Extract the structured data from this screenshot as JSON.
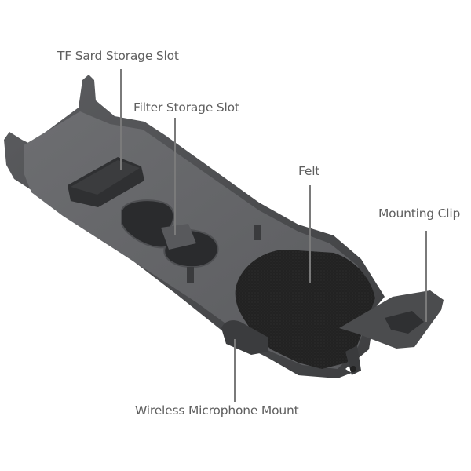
{
  "image": {
    "subject": "Camera cage base plate with storage slots",
    "background": "#ffffff",
    "body_color": "#4a4b4d",
    "felt_color": "#232323"
  },
  "callouts": [
    {
      "id": "tf-card",
      "label": "TF Sard Storage Slot"
    },
    {
      "id": "filter",
      "label": "Filter Storage Slot"
    },
    {
      "id": "felt",
      "label": "Felt"
    },
    {
      "id": "mounting-clip",
      "label": "Mounting Clip"
    },
    {
      "id": "mic-mount",
      "label": "Wireless Microphone Mount"
    }
  ]
}
